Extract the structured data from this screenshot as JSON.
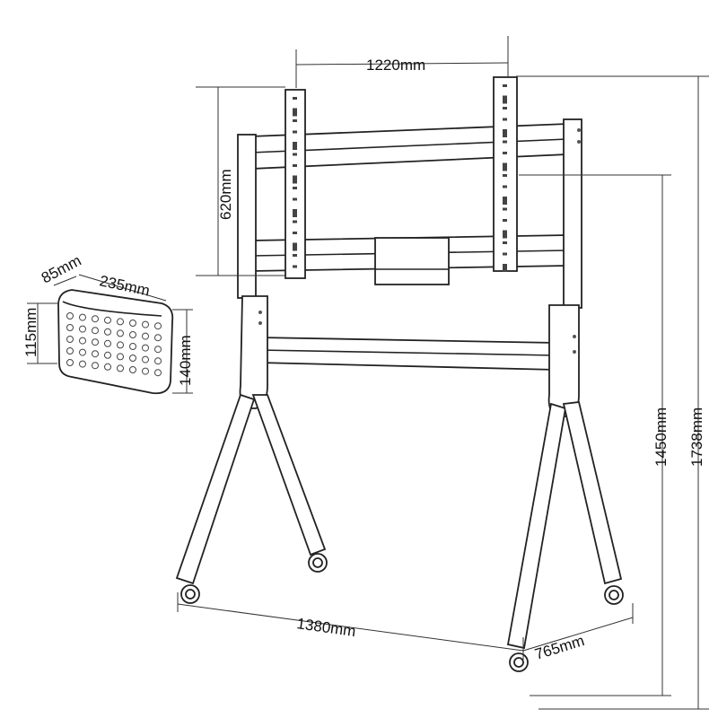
{
  "diagram": {
    "dimensions": {
      "vesa_width": "1220mm",
      "vesa_height": "620mm",
      "basket_depth": "85mm",
      "basket_width": "235mm",
      "basket_inner_height": "115mm",
      "basket_height": "140mm",
      "stand_height_min": "1450mm",
      "stand_height_max": "1738mm",
      "base_width": "1380mm",
      "base_depth": "765mm"
    }
  }
}
